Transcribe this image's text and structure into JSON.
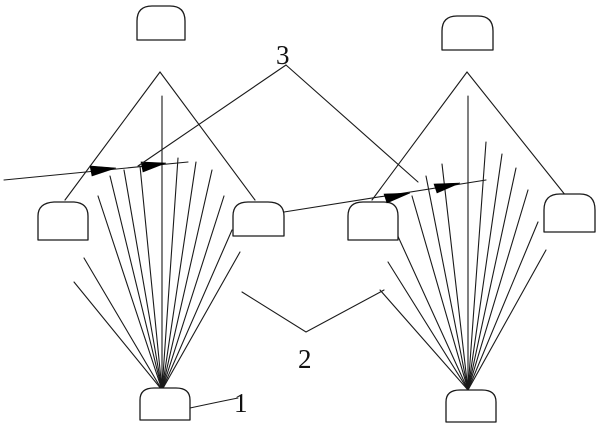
{
  "labels": {
    "label_1": "1",
    "label_2": "2",
    "label_3": "3"
  },
  "colors": {
    "stroke": "#1a1a1a",
    "background": "#ffffff"
  }
}
